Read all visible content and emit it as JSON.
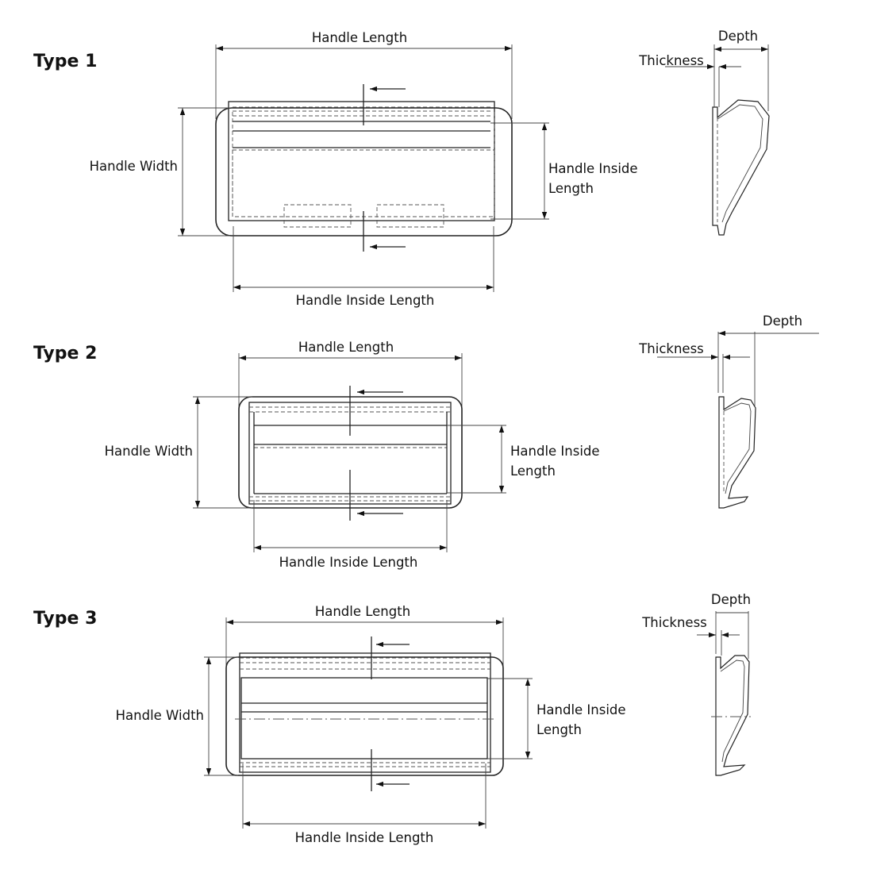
{
  "diagram": {
    "subject": "Recessed pull handle dimension drawing",
    "types": [
      {
        "title": "Type 1",
        "labels": {
          "handle_length": "Handle Length",
          "handle_width": "Handle Width",
          "inside_length_right_line1": "Handle Inside",
          "inside_length_right_line2": "Length",
          "inside_length_bottom": "Handle Inside Length",
          "thickness": "Thickness",
          "depth": "Depth"
        }
      },
      {
        "title": "Type 2",
        "labels": {
          "handle_length": "Handle Length",
          "handle_width": "Handle Width",
          "inside_length_right_line1": "Handle Inside",
          "inside_length_right_line2": "Length",
          "inside_length_bottom": "Handle Inside Length",
          "thickness": "Thickness",
          "depth": "Depth"
        }
      },
      {
        "title": "Type 3",
        "labels": {
          "handle_length": "Handle Length",
          "handle_width": "Handle Width",
          "inside_length_right_line1": "Handle Inside",
          "inside_length_right_line2": "Length",
          "inside_length_bottom": "Handle Inside Length",
          "thickness": "Thickness",
          "depth": "Depth"
        }
      }
    ]
  }
}
